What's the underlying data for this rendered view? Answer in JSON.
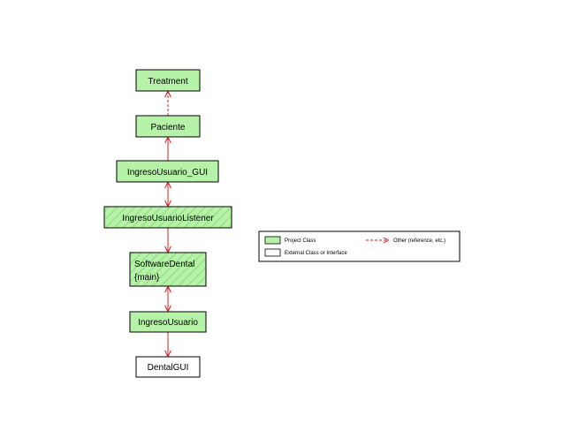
{
  "classes": {
    "treatment": {
      "label": "Treatment"
    },
    "paciente": {
      "label": "Paciente"
    },
    "ingreso_usuario_gui": {
      "label": "IngresoUsuario_GUI"
    },
    "ingreso_usuario_listener": {
      "label": "IngresoUsuarioListener"
    },
    "software_dental": {
      "label": "SoftwareDental",
      "stereotype": "{main}"
    },
    "ingreso_usuario": {
      "label": "IngresoUsuario"
    },
    "dental_gui": {
      "label": "DentalGUI"
    }
  },
  "legend": {
    "project_class": "Project Class",
    "external_class": "External Class or Interface",
    "other_reference": "Other (reference, etc.)"
  },
  "colors": {
    "project_fill": "#b6f3a8",
    "project_hatch": "#8fd67f",
    "arrow": "#d0262a",
    "border": "#000000"
  }
}
